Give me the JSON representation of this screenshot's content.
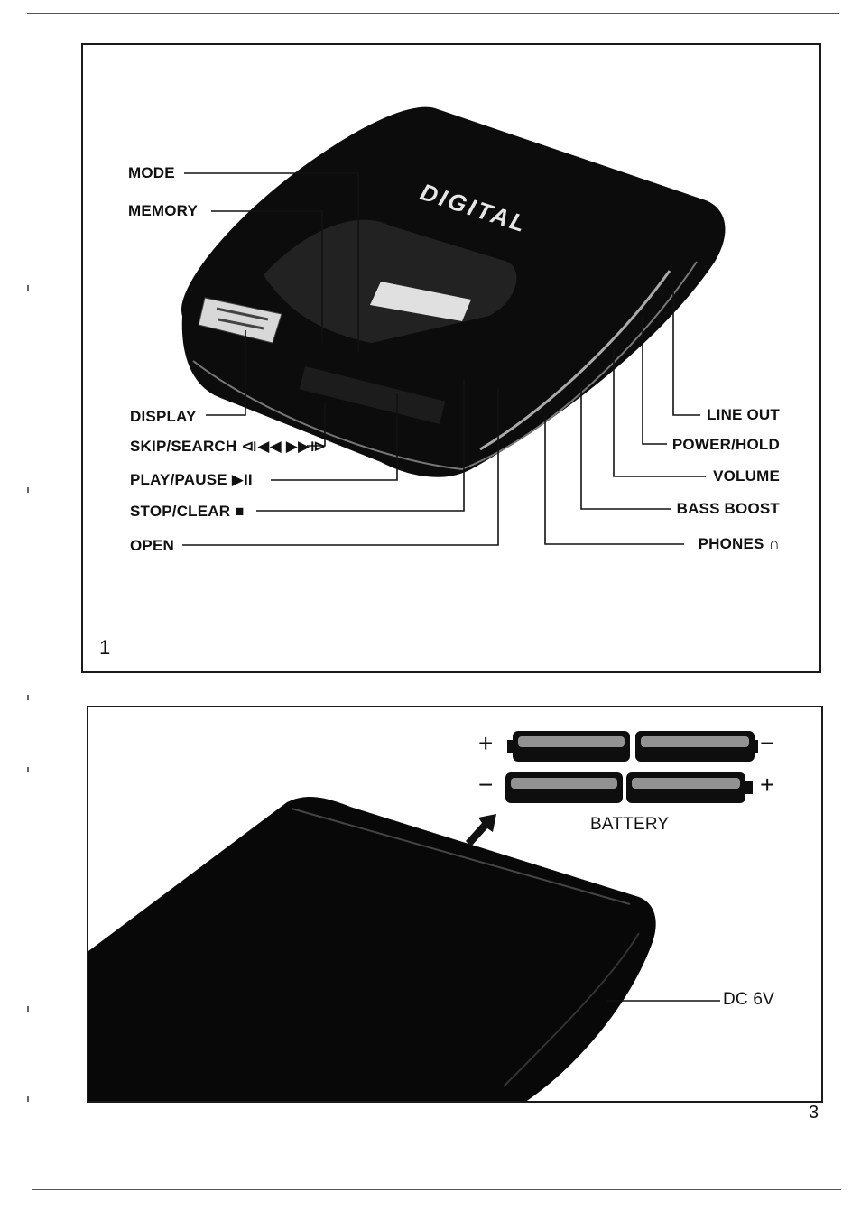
{
  "figure1": {
    "number": "1",
    "device_logo": "DIGITAL",
    "left_labels": {
      "mode": "MODE",
      "memory": "MEMORY",
      "display": "DISPLAY",
      "skip_search": "SKIP/SEARCH ⧏◀◀ ▶▶⧐",
      "play_pause": "PLAY/PAUSE ▶II",
      "stop_clear": "STOP/CLEAR ■",
      "open": "OPEN"
    },
    "right_labels": {
      "line_out": "LINE OUT",
      "power_hold": "POWER/HOLD",
      "volume": "VOLUME",
      "bass_boost": "BASS BOOST",
      "phones": "PHONES ∩"
    }
  },
  "figure2": {
    "battery_label": "BATTERY",
    "dc_label": "DC 6V",
    "polarity": {
      "plus": "+",
      "minus": "−"
    }
  },
  "page": {
    "number": "3"
  },
  "colors": {
    "ink": "#111111",
    "device": "#0a0a0a",
    "frame": "#1a1a1a"
  }
}
